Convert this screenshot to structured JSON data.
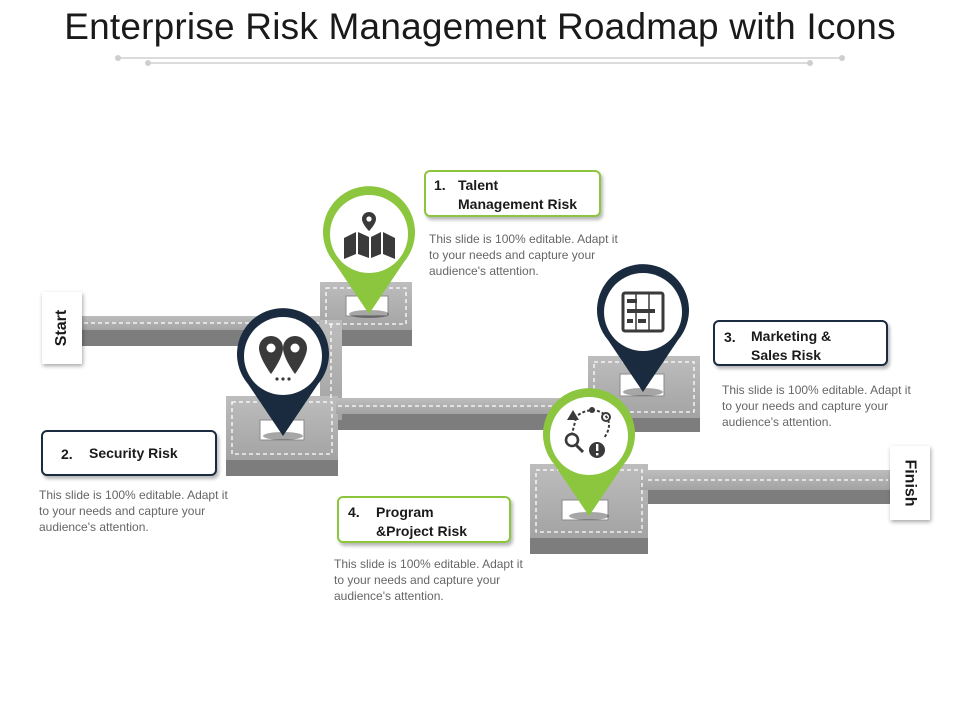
{
  "title": "Enterprise Risk Management Roadmap with Icons",
  "signs": {
    "start": "Start",
    "finish": "Finish"
  },
  "colors": {
    "green": "#8cc63f",
    "navy": "#1b2b3f",
    "road": "#a8a8a8"
  },
  "items": [
    {
      "number": "1.",
      "title": "Talent Management Risk",
      "line1": "Talent",
      "line2": "Management Risk",
      "description": "This slide is 100% editable. Adapt it to your needs and capture your audience's attention.",
      "icon": "map-location-icon",
      "pin_color": "green"
    },
    {
      "number": "2.",
      "title": "Security Risk",
      "line1": "Security Risk",
      "line2": "",
      "description": "This slide is 100% editable. Adapt it to your needs and capture your audience's attention.",
      "icon": "location-pins-icon",
      "pin_color": "navy"
    },
    {
      "number": "3.",
      "title": "Marketing & Sales Risk",
      "line1": "Marketing &",
      "line2": "Sales Risk",
      "description": "This slide is 100% editable. Adapt it to your needs and capture your audience's attention.",
      "icon": "gantt-chart-icon",
      "pin_color": "navy"
    },
    {
      "number": "4.",
      "title": "Program &Project Risk",
      "line1": "Program",
      "line2": "&Project Risk",
      "description": "This slide is 100% editable. Adapt it to your needs and capture your audience's attention.",
      "icon": "risk-network-icon",
      "pin_color": "green"
    }
  ]
}
